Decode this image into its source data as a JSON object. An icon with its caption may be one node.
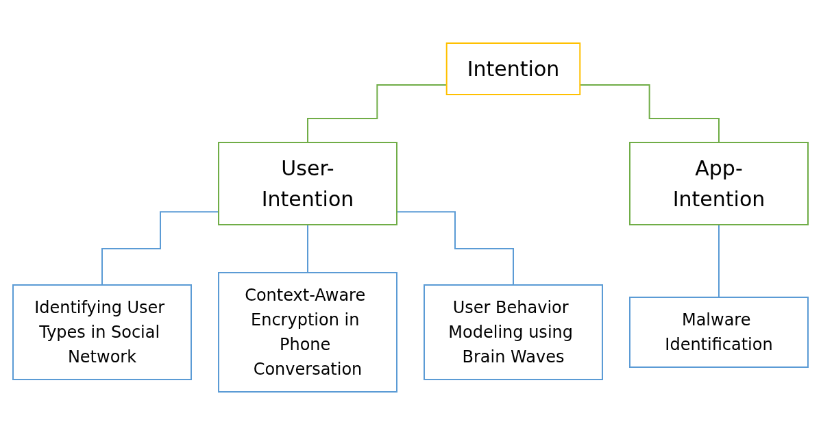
{
  "diagram": {
    "nodes": [
      {
        "text": [
          "Intention"
        ]
      },
      {
        "text": [
          "User-Intention"
        ]
      },
      {
        "text": [
          "App-Intention"
        ]
      },
      {
        "text": [
          "Identifying User Types in Social Network"
        ]
      },
      {
        "text": [
          "Context-Aware Encryption in Phone Conversation"
        ]
      },
      {
        "text": [
          "User Behavior Modeling using Brain Waves"
        ]
      },
      {
        "text": [
          "Malware Identification"
        ]
      }
    ],
    "edges": [
      {
        "from": 0,
        "to": 1,
        "arrow": "none",
        "color": "#70ad47"
      },
      {
        "from": 0,
        "to": 2,
        "arrow": "none",
        "color": "#70ad47"
      },
      {
        "from": 1,
        "to": 3,
        "arrow": "none"
      },
      {
        "from": 1,
        "to": 4,
        "arrow": "none"
      },
      {
        "from": 1,
        "to": 5,
        "arrow": "none"
      },
      {
        "from": 2,
        "to": 6,
        "arrow": "none"
      }
    ]
  }
}
